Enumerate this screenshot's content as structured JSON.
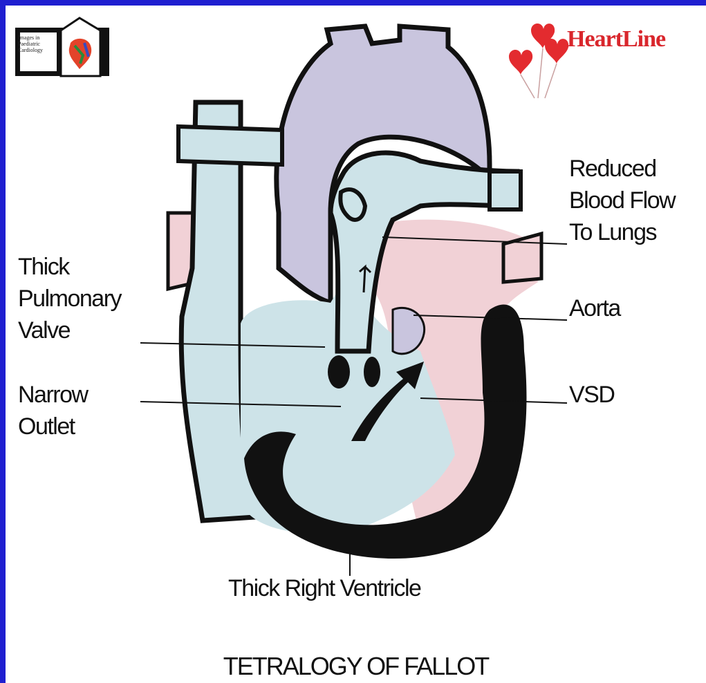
{
  "logos": {
    "left_text": [
      "Images in",
      "Paediatric",
      "Cardiology"
    ],
    "right_text": "HeartLine"
  },
  "labels": {
    "reduced_blood_flow": [
      "Reduced",
      "Blood Flow",
      "To Lungs"
    ],
    "thick_pulmonary_valve": [
      "Thick",
      "Pulmonary",
      "Valve"
    ],
    "aorta": "Aorta",
    "narrow_outlet": [
      "Narrow",
      "Outlet"
    ],
    "vsd": "VSD",
    "thick_right_ventricle": "Thick Right Ventricle"
  },
  "caption": "TETRALOGY OF FALLOT",
  "colors": {
    "background_border": "#1f1fd0",
    "vessel_blue": "#cde3e8",
    "vessel_lavender": "#c9c5de",
    "tissue_pink": "#f1d1d6",
    "outline": "#111111",
    "heart_red": "#e32b2f"
  }
}
